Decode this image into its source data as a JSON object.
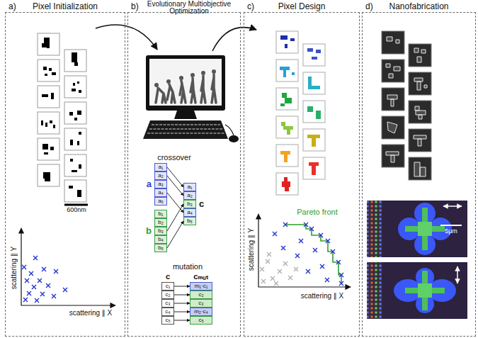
{
  "diagram": {
    "nodes": [
      {
        "text": [
          "a)",
          "Pixel Initialization"
        ]
      },
      {
        "text": [
          "b)",
          "Evolutionary Multiobjective Optimization"
        ]
      },
      {
        "text": [
          "a"
        ],
        "in": 1
      },
      {
        "text": [
          "a₁"
        ],
        "in": 2
      },
      {
        "text": [
          "a₂"
        ],
        "in": 2
      },
      {
        "text": [
          "a₃"
        ],
        "in": 2
      },
      {
        "text": [
          "a₄"
        ],
        "in": 2
      },
      {
        "text": [
          "a₅"
        ],
        "in": 2
      },
      {
        "text": [
          "b"
        ],
        "in": 1
      },
      {
        "text": [
          "b₁"
        ],
        "in": 8
      },
      {
        "text": [
          "b₂"
        ],
        "in": 8
      },
      {
        "text": [
          "b₃"
        ],
        "in": 8
      },
      {
        "text": [
          "b₄"
        ],
        "in": 8
      },
      {
        "text": [
          "b₅"
        ],
        "in": 8
      },
      {
        "text": [
          "c"
        ],
        "in": 1
      },
      {
        "text": [
          "a₁"
        ],
        "in": 14
      },
      {
        "text": [
          "a₂"
        ],
        "in": 14
      },
      {
        "text": [
          "b₃"
        ],
        "in": 14
      },
      {
        "text": [
          "a₄"
        ],
        "in": 14
      },
      {
        "text": [
          "b₅"
        ],
        "in": 14
      },
      {
        "text": [
          "c"
        ],
        "in": 1
      },
      {
        "text": [
          "c₁"
        ],
        "in": 20
      },
      {
        "text": [
          "c₂"
        ],
        "in": 20
      },
      {
        "text": [
          "c₃"
        ],
        "in": 20
      },
      {
        "text": [
          "c₄"
        ],
        "in": 20
      },
      {
        "text": [
          "c₅"
        ],
        "in": 20
      },
      {
        "text": [
          "cₘᵤₜ"
        ],
        "in": 1
      },
      {
        "text": [
          "m₁·c₁"
        ],
        "in": 26
      },
      {
        "text": [
          "c₂"
        ],
        "in": 26
      },
      {
        "text": [
          "c₃"
        ],
        "in": 26
      },
      {
        "text": [
          "m₂·c₄"
        ],
        "in": 26
      },
      {
        "text": [
          "c₅"
        ],
        "in": 26
      },
      {
        "text": [
          "c)",
          "Pixel Design"
        ]
      },
      {
        "text": [
          "d)",
          "Nanofabrication"
        ]
      }
    ],
    "edges": [
      {
        "from": 3,
        "to": 15,
        "arrow": "to"
      },
      {
        "from": 4,
        "to": 16,
        "arrow": "to"
      },
      {
        "from": 11,
        "to": 17,
        "arrow": "to"
      },
      {
        "from": 6,
        "to": 18,
        "arrow": "to"
      },
      {
        "from": 13,
        "to": 19,
        "arrow": "to"
      },
      {
        "from": 21,
        "to": 27,
        "arrow": "to"
      },
      {
        "from": 22,
        "to": 28,
        "arrow": "to"
      },
      {
        "from": 23,
        "to": 29,
        "arrow": "to"
      },
      {
        "from": 24,
        "to": 30,
        "arrow": "to"
      },
      {
        "from": 25,
        "to": 31,
        "arrow": "to"
      }
    ],
    "labels": [
      "600nm",
      "scattering ∥ Y",
      "scattering ∥ X",
      "crossover",
      "mutation",
      "scattering ∥ Y",
      "scattering ∥ X",
      "Pareto front",
      "5μm"
    ]
  }
}
